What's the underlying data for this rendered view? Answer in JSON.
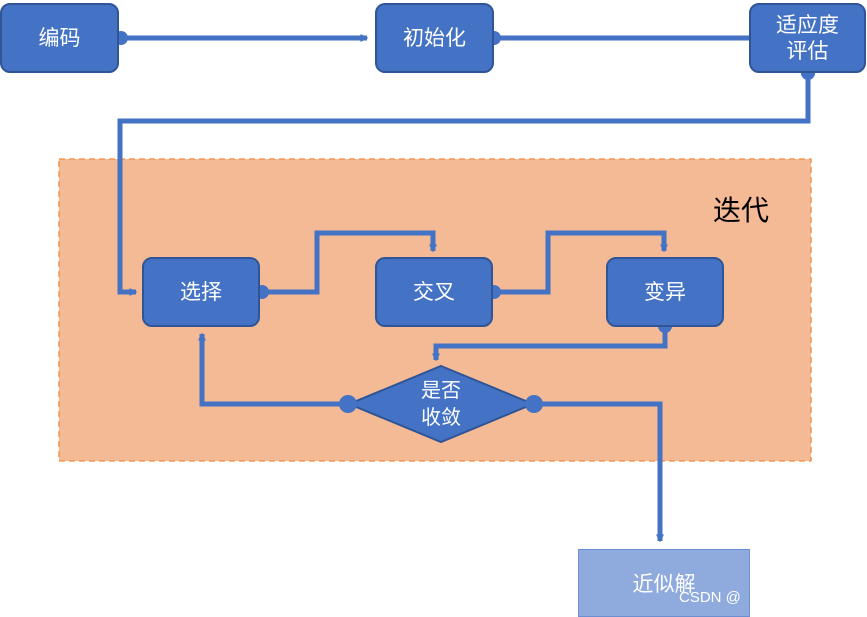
{
  "colors": {
    "node_fill": "#4472c4",
    "node_border": "#2f5597",
    "connector": "#4472c4",
    "loop_fill": "#f4b995",
    "loop_border": "#f08a3c",
    "result_fill": "#8faadc"
  },
  "nodes": {
    "encode": "编码",
    "init": "初始化",
    "fitness_line1": "适应度",
    "fitness_line2": "评估",
    "select": "选择",
    "crossover": "交叉",
    "mutation": "变异",
    "converge_line1": "是否",
    "converge_line2": "收敛",
    "result": "近似解"
  },
  "loop_label": "迭代",
  "watermark": "CSDN @"
}
